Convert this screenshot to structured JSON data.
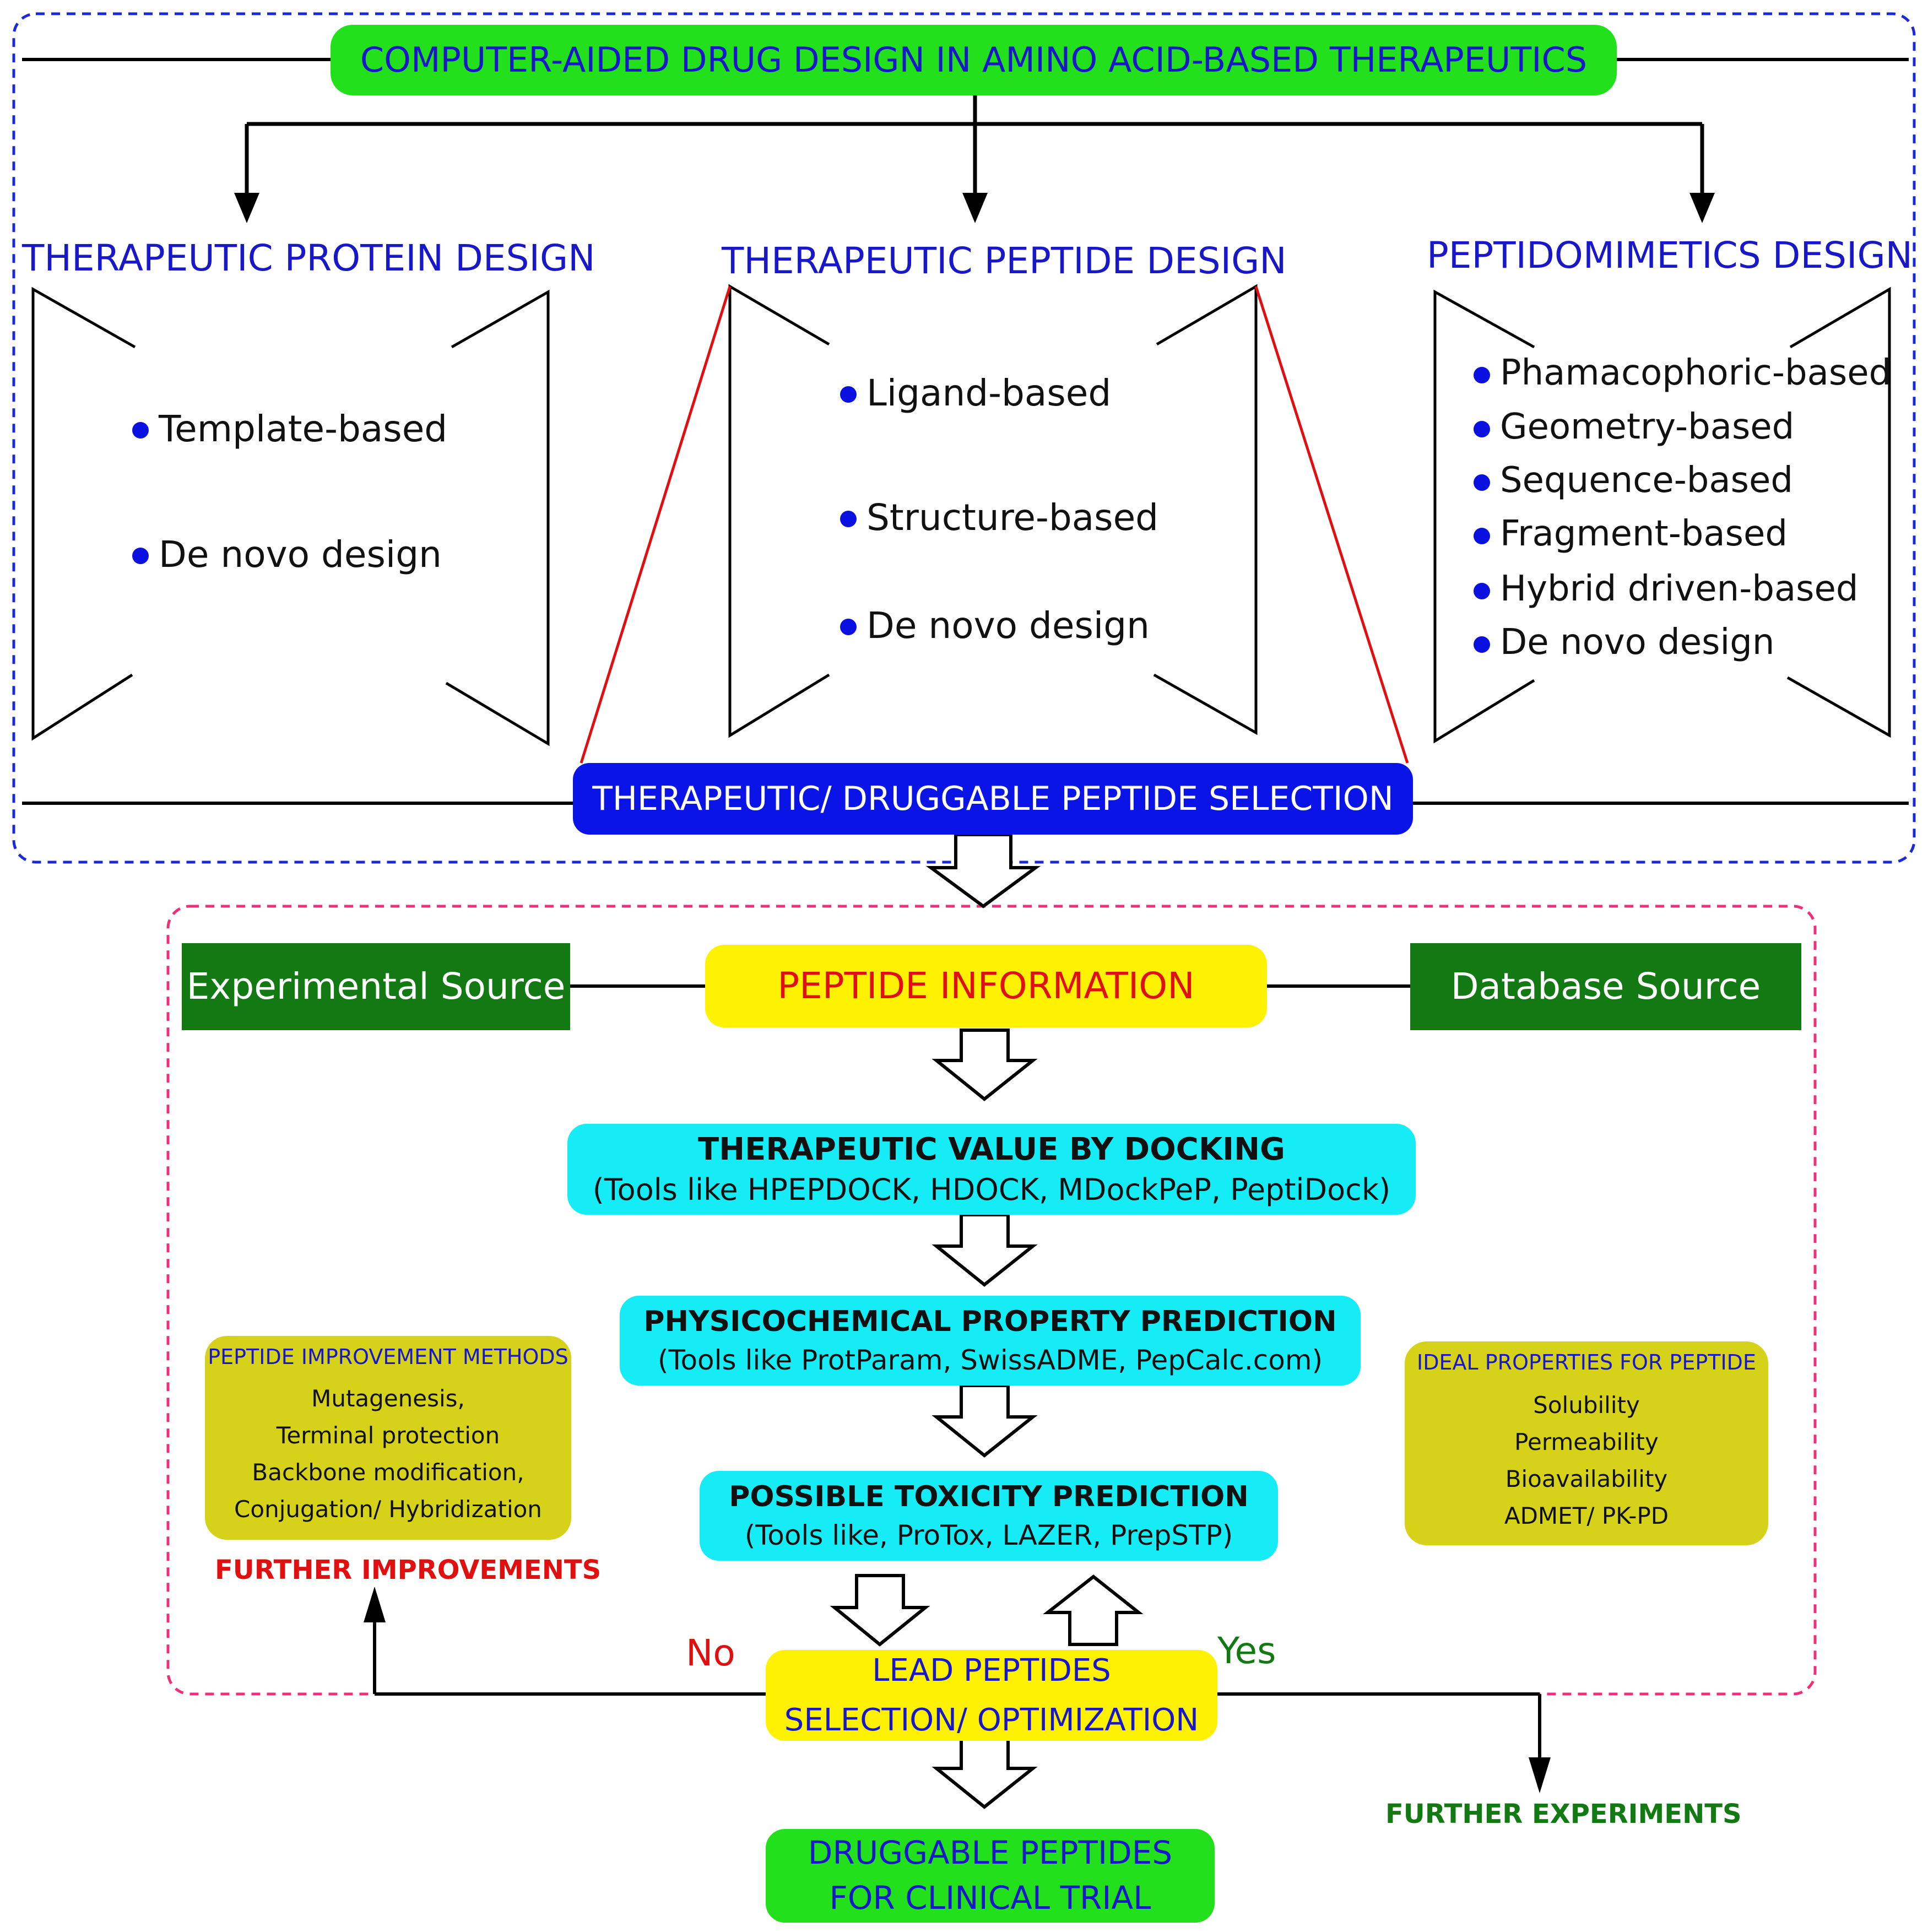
{
  "title": "COMPUTER-AIDED DRUG DESIGN IN AMINO ACID-BASED THERAPEUTICS",
  "branches": [
    {
      "heading": "THERAPEUTIC PROTEIN DESIGN",
      "items": [
        "Template-based",
        "De novo design"
      ]
    },
    {
      "heading": "THERAPEUTIC PEPTIDE DESIGN",
      "items": [
        "Ligand-based",
        "Structure-based",
        "De novo design"
      ]
    },
    {
      "heading": "PEPTIDOMIMETICS DESIGN",
      "items": [
        "Phamacophoric-based",
        "Geometry-based",
        "Sequence-based",
        "Fragment-based",
        "Hybrid driven-based",
        "De novo design"
      ]
    }
  ],
  "selection": "THERAPEUTIC/ DRUGGABLE PEPTIDE SELECTION",
  "sources": {
    "experimental": "Experimental Source",
    "database": "Database Source"
  },
  "peptide_info": "PEPTIDE INFORMATION",
  "steps": [
    {
      "title": "THERAPEUTIC VALUE BY DOCKING",
      "tools": "(Tools like HPEPDOCK, HDOCK, MDockPeP, PeptiDock)"
    },
    {
      "title": "PHYSICOCHEMICAL PROPERTY PREDICTION",
      "tools": "(Tools like ProtParam, SwissADME, PepCalc.com)"
    },
    {
      "title": "POSSIBLE TOXICITY PREDICTION",
      "tools": "(Tools like, ProTox, LAZER, PrepSTP)"
    }
  ],
  "improvement": {
    "title": "PEPTIDE IMPROVEMENT METHODS",
    "items": [
      "Mutagenesis,",
      "Terminal protection",
      "Backbone modification,",
      "Conjugation/ Hybridization"
    ],
    "caption": "FURTHER IMPROVEMENTS"
  },
  "ideal": {
    "title": "IDEAL PROPERTIES FOR PEPTIDE",
    "items": [
      "Solubility",
      "Permeability",
      "Bioavailability",
      "ADMET/ PK-PD"
    ]
  },
  "decision": {
    "no": "No",
    "yes": "Yes"
  },
  "lead": {
    "line1": "LEAD PEPTIDES",
    "line2": "SELECTION/ OPTIMIZATION"
  },
  "further_experiments": "FURTHER EXPERIMENTS",
  "final": {
    "line1": "DRUGGABLE PEPTIDES",
    "line2": "FOR CLINICAL TRIAL"
  },
  "colors": {
    "green": "#22e01c",
    "blue": "#0a14e6",
    "darkgreen": "#137a13",
    "yellow": "#fff200",
    "cyan": "#15ecf5",
    "olive": "#d6d21a",
    "red": "#e01010",
    "pink": "#ee2f7a",
    "navy": "#1818c8"
  }
}
